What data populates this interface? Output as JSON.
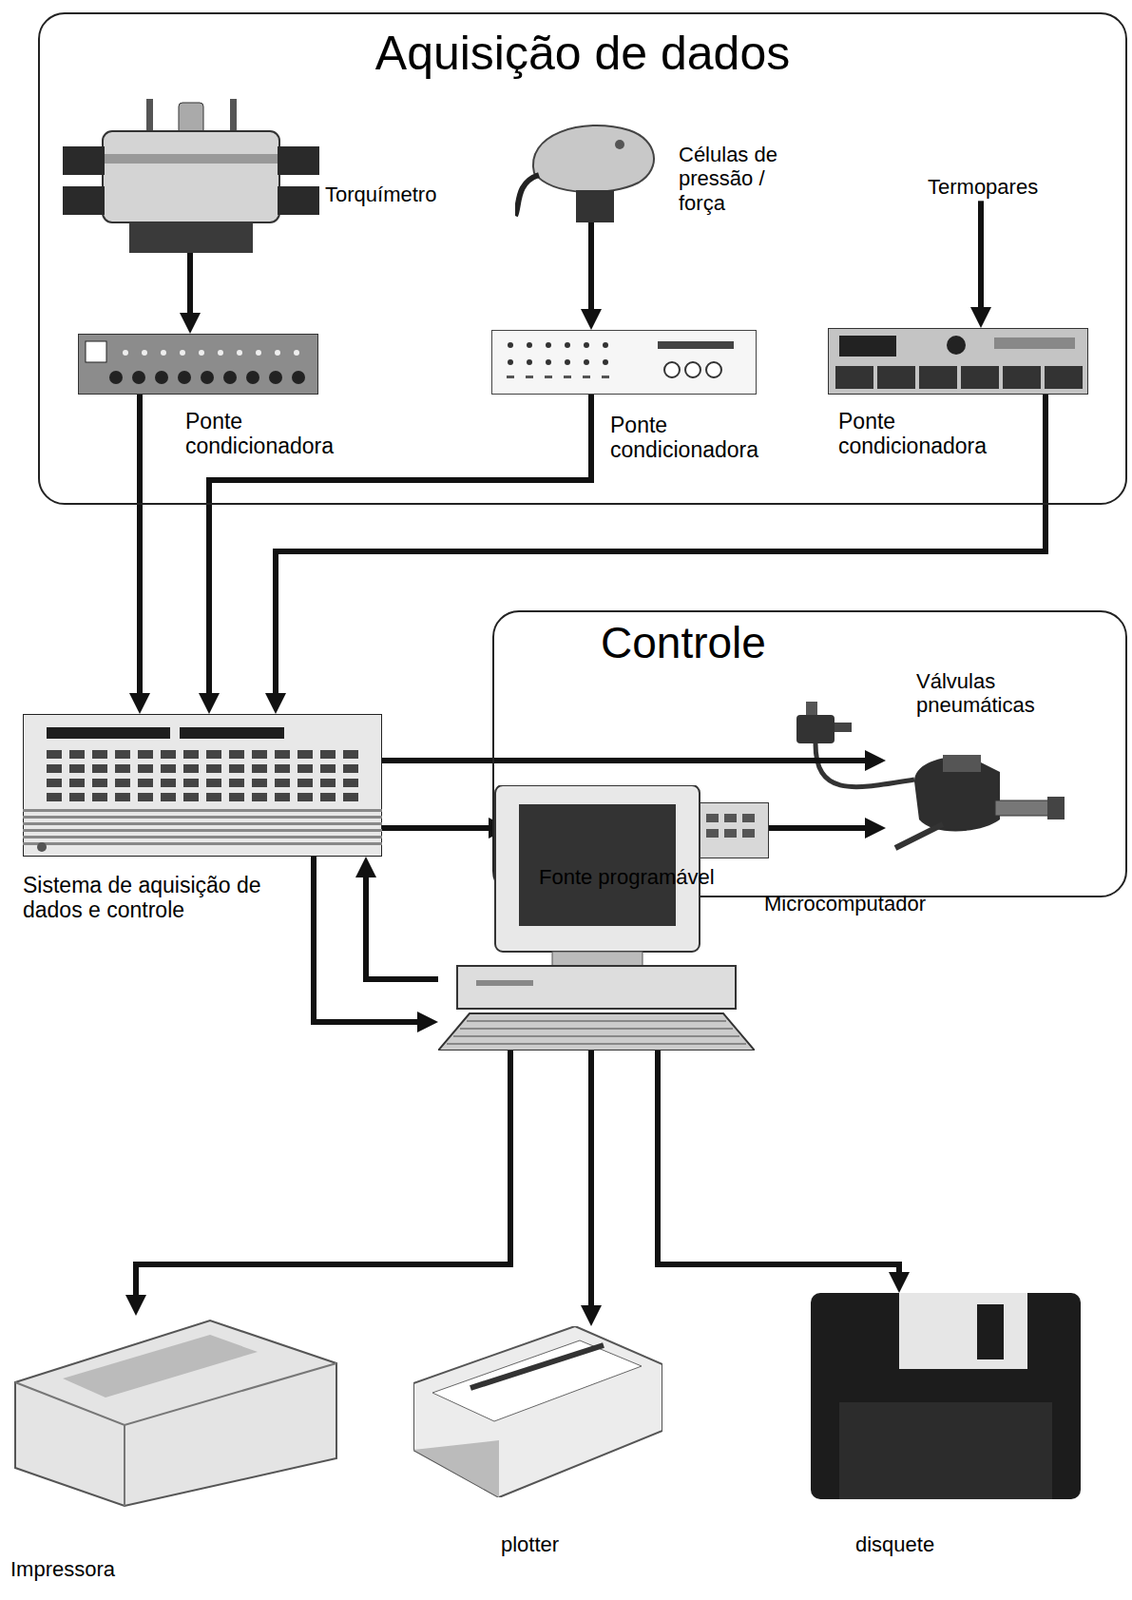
{
  "diagram": {
    "nodes": [
      {
        "text": [
          "Aquisição de dados"
        ]
      },
      {
        "text": [
          "Torquímetro"
        ],
        "in": 0
      },
      {
        "text": [
          "Células de pressão / força"
        ],
        "in": 0
      },
      {
        "text": [
          "Termopares"
        ],
        "in": 0
      },
      {
        "text": [
          "Ponte condicionadora"
        ],
        "in": 0
      },
      {
        "text": [
          "Ponte condicionadora"
        ],
        "in": 0
      },
      {
        "text": [
          "Ponte condicionadora"
        ],
        "in": 0
      },
      {
        "text": [
          "Controle"
        ]
      },
      {
        "text": [
          "Válvulas pneumáticas"
        ],
        "in": 7
      },
      {
        "text": [
          "Fonte programável"
        ],
        "in": 7
      },
      {
        "text": [
          "Sistema de aquisição de dados e controle"
        ]
      },
      {
        "text": [
          "Microcomputador"
        ]
      },
      {
        "text": [
          "Impressora"
        ]
      },
      {
        "text": [
          "plotter"
        ]
      },
      {
        "text": [
          "disquete"
        ]
      }
    ],
    "edges": [
      {
        "from": 1,
        "to": 4,
        "arrow": "to"
      },
      {
        "from": 2,
        "to": 5,
        "arrow": "to"
      },
      {
        "from": 3,
        "to": 6,
        "arrow": "to"
      },
      {
        "from": 4,
        "to": 10,
        "arrow": "to"
      },
      {
        "from": 5,
        "to": 10,
        "arrow": "to"
      },
      {
        "from": 6,
        "to": 10,
        "arrow": "to"
      },
      {
        "from": 10,
        "to": 8,
        "arrow": "to"
      },
      {
        "from": 10,
        "to": 9,
        "arrow": "to"
      },
      {
        "from": 9,
        "to": 8,
        "arrow": "to"
      },
      {
        "from": 10,
        "to": 11,
        "arrow": "to"
      },
      {
        "from": 11,
        "to": 10,
        "arrow": "to"
      },
      {
        "from": 11,
        "to": 12,
        "arrow": "to"
      },
      {
        "from": 11,
        "to": 13,
        "arrow": "to"
      },
      {
        "from": 11,
        "to": 14,
        "arrow": "to"
      }
    ]
  }
}
